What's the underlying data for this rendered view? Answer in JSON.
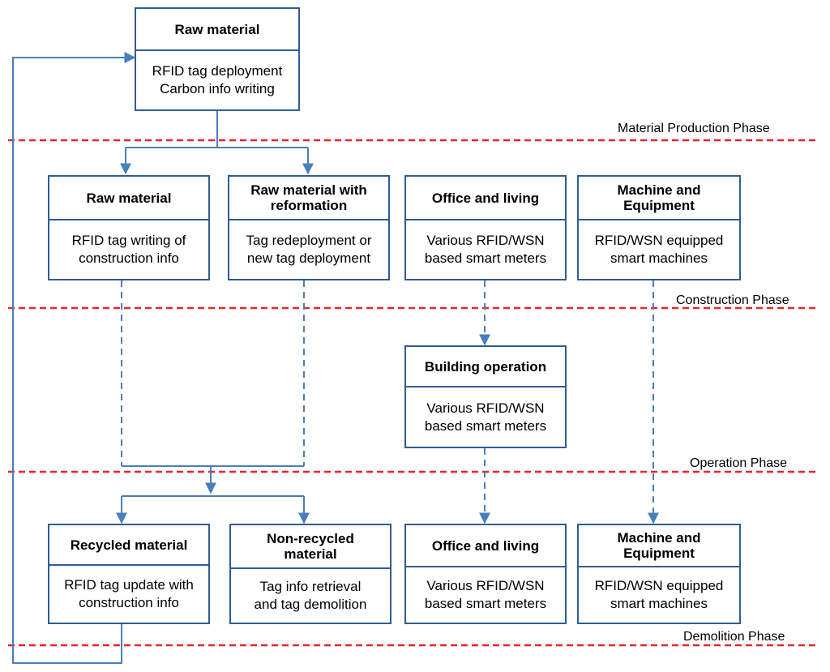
{
  "phases": {
    "material_production": "Material Production Phase",
    "construction": "Construction Phase",
    "operation": "Operation Phase",
    "demolition": "Demolition Phase"
  },
  "boxes": {
    "top_raw": {
      "head": "Raw material",
      "body": "RFID tag deployment\nCarbon info writing"
    },
    "c_raw": {
      "head": "Raw material",
      "body": "RFID tag writing of\nconstruction info"
    },
    "c_reform": {
      "head": "Raw material with\nreformation",
      "body": "Tag redeployment or\nnew tag deployment"
    },
    "c_office": {
      "head": "Office and living",
      "body": "Various RFID/WSN\nbased smart meters"
    },
    "c_machine": {
      "head": "Machine and\nEquipment",
      "body": "RFID/WSN equipped\nsmart machines"
    },
    "building": {
      "head": "Building operation",
      "body": "Various RFID/WSN\nbased smart meters"
    },
    "d_recycled": {
      "head": "Recycled material",
      "body": "RFID tag update with\nconstruction info"
    },
    "d_nonrecycled": {
      "head": "Non-recycled\nmaterial",
      "body": "Tag info retrieval\nand tag demolition"
    },
    "d_office": {
      "head": "Office and living",
      "body": "Various RFID/WSN\nbased smart meters"
    },
    "d_machine": {
      "head": "Machine and\nEquipment",
      "body": "RFID/WSN equipped\nsmart machines"
    }
  },
  "colors": {
    "line": "#4a7ebb",
    "border": "#2f5d92",
    "phase_divider": "#e8252b"
  }
}
